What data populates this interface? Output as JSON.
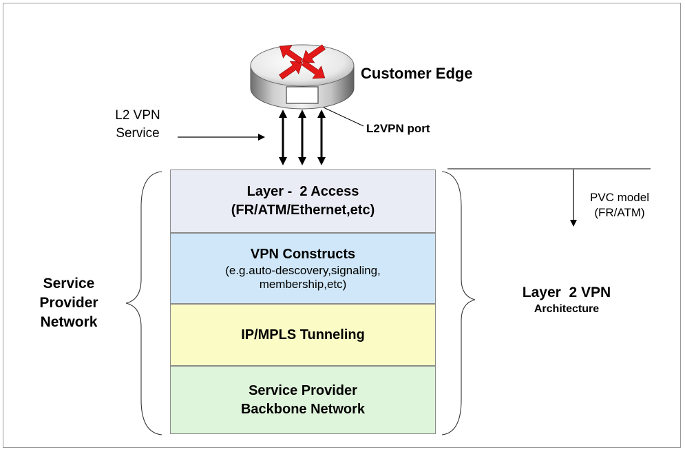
{
  "colors": {
    "layer_access": "#e9ebf5",
    "layer_vpn": "#cfe7f8",
    "layer_tunnel": "#fbfbc6",
    "layer_backbone": "#dff5db",
    "router_arrow": "#e31919"
  },
  "router": {
    "icon": "router-icon",
    "label": "Customer Edge",
    "port_label": "L2VPN port"
  },
  "service": {
    "line1": "L2 VPN",
    "line2": "Service"
  },
  "layers": [
    {
      "title_line1": "Layer -  2 Access",
      "title_line2": "(FR/ATM/Ethernet,etc)"
    },
    {
      "title": "VPN Constructs",
      "sub_line1": "(e.g.auto-descovery,signaling,",
      "sub_line2": "membership,etc)"
    },
    {
      "title": "IP/MPLS Tunneling"
    },
    {
      "title_line1": "Service Provider",
      "title_line2": "Backbone Network"
    }
  ],
  "left_label": {
    "line1": "Service",
    "line2": "Provider",
    "line3": "Network"
  },
  "right_label": {
    "line1": "Layer  2 VPN",
    "line2": "Architecture"
  },
  "pvc": {
    "line1": "PVC model",
    "line2": "(FR/ATM)"
  }
}
